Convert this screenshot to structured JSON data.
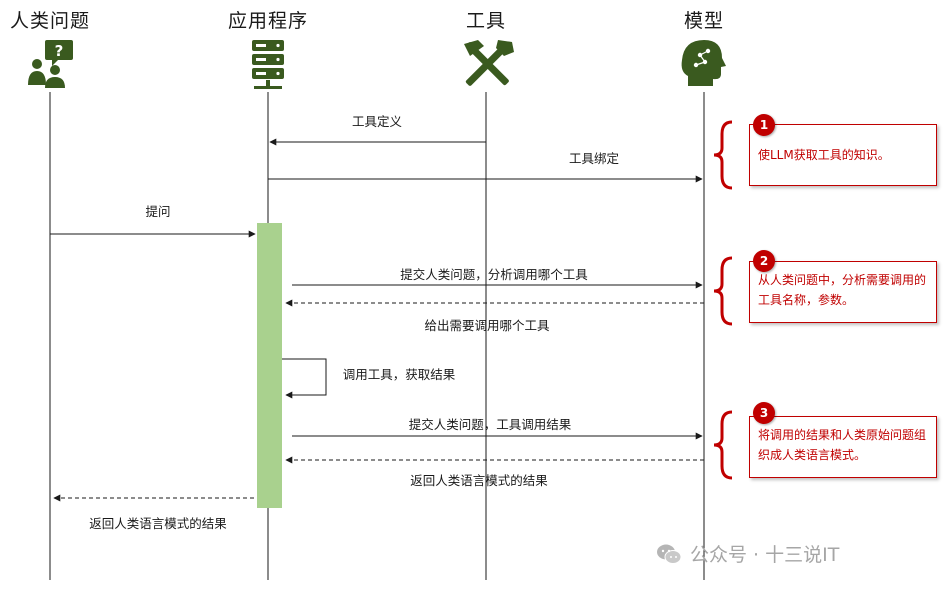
{
  "actors": [
    {
      "id": "human",
      "title": "人类问题",
      "icon": "user-question-icon"
    },
    {
      "id": "app",
      "title": "应用程序",
      "icon": "server-icon"
    },
    {
      "id": "tool",
      "title": "工具",
      "icon": "tools-icon"
    },
    {
      "id": "model",
      "title": "模型",
      "icon": "ai-head-icon"
    }
  ],
  "messages": [
    {
      "from": "tool",
      "to": "app",
      "label": "工具定义",
      "style": "solid"
    },
    {
      "from": "app",
      "to": "model",
      "label": "工具绑定",
      "style": "solid"
    },
    {
      "from": "human",
      "to": "app",
      "label": "提问",
      "style": "solid"
    },
    {
      "from": "app",
      "to": "model",
      "label": "提交人类问题，分析调用哪个工具",
      "style": "solid"
    },
    {
      "from": "model",
      "to": "app",
      "label": "给出需要调用哪个工具",
      "style": "dashed"
    },
    {
      "from": "app",
      "to": "app",
      "label": "调用工具，获取结果",
      "style": "self"
    },
    {
      "from": "app",
      "to": "model",
      "label": "提交人类问题，工具调用结果",
      "style": "solid"
    },
    {
      "from": "model",
      "to": "app",
      "label": "返回人类语言模式的结果",
      "style": "dashed"
    },
    {
      "from": "app",
      "to": "human",
      "label": "返回人类语言模式的结果",
      "style": "dashed"
    }
  ],
  "notes": [
    {
      "number": "1",
      "text": "使LLM获取工具的知识。"
    },
    {
      "number": "2",
      "text": "从人类问题中，分析需要调用的工具名称，参数。"
    },
    {
      "number": "3",
      "text": "将调用的结果和人类原始问题组织成人类语言模式。"
    }
  ],
  "watermark": "公众号 · 十三说IT",
  "colors": {
    "icon": "#3a5a1f",
    "activation": "#a9d18e",
    "note": "#c00000",
    "line": "#1a1a1a",
    "watermark": "#a6a6a6"
  }
}
